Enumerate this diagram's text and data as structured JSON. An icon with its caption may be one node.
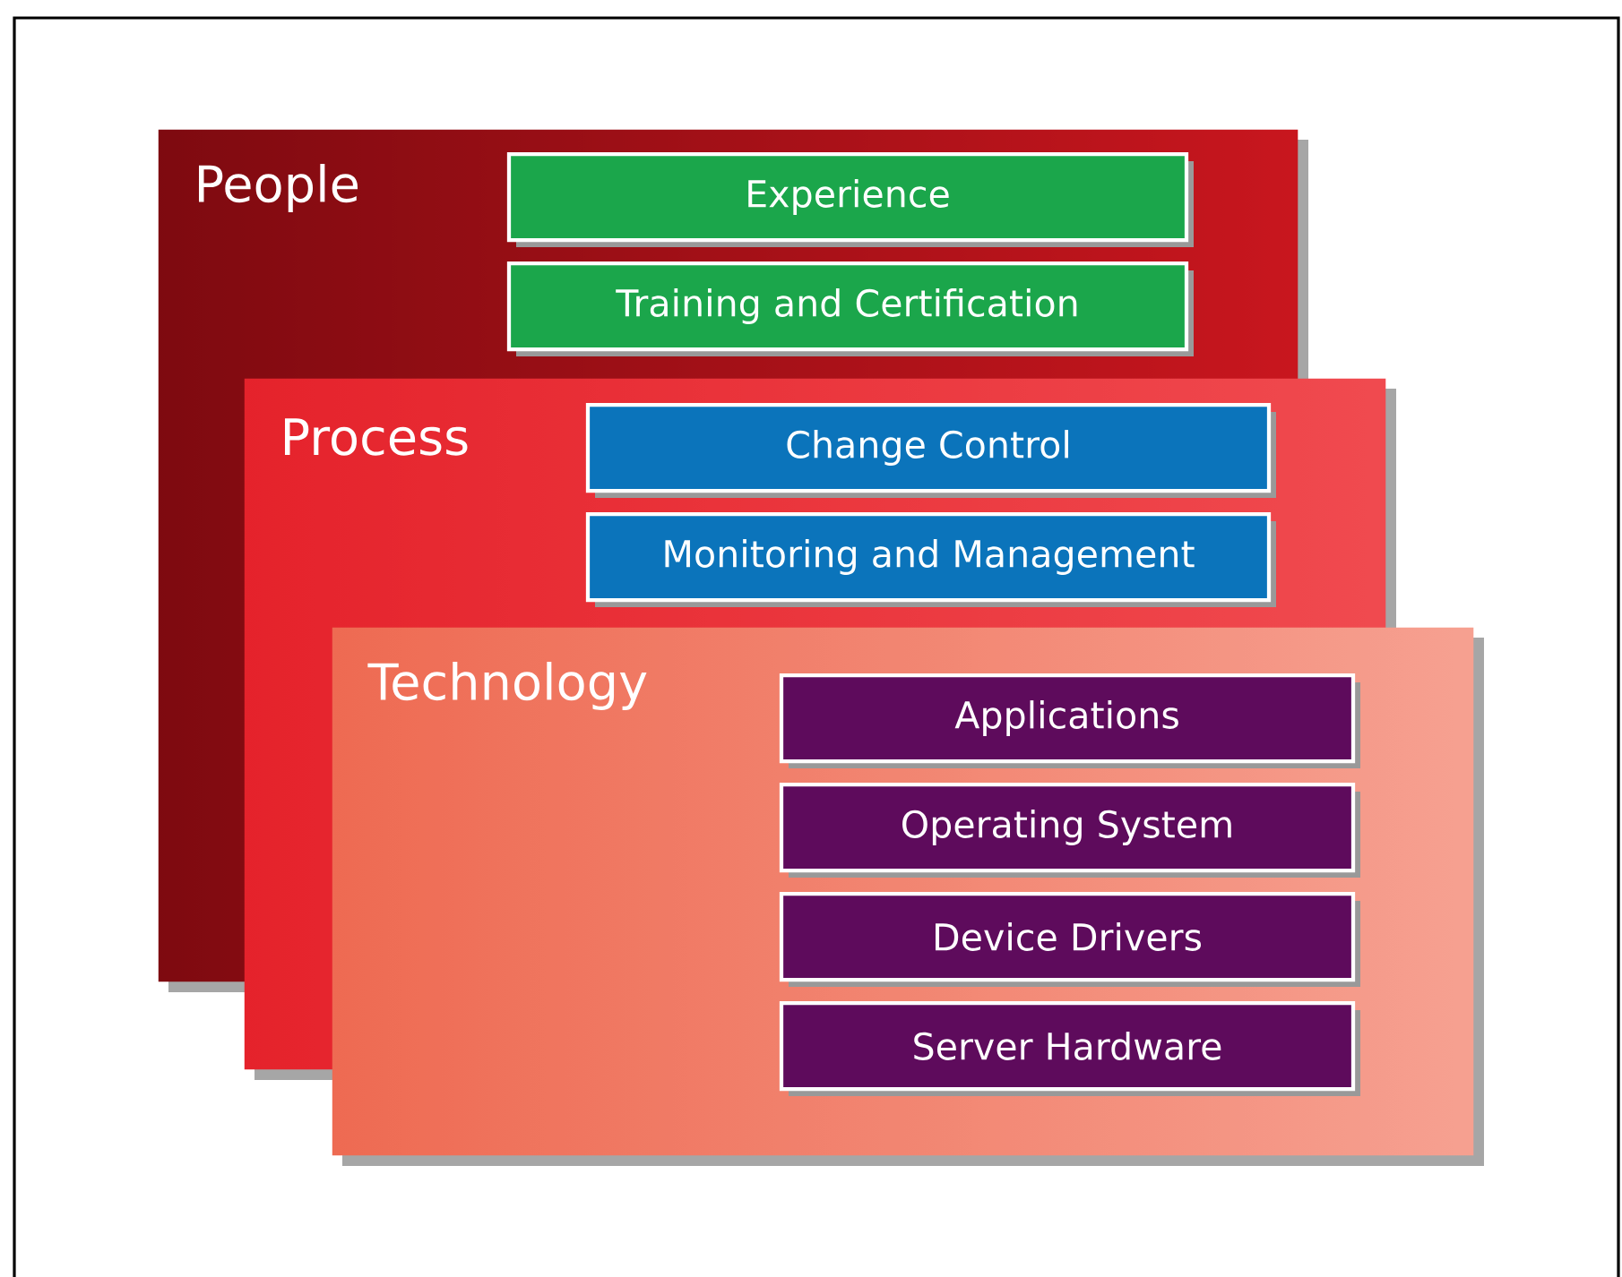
{
  "diagram": {
    "nodes": [
      {
        "text": [
          "People"
        ]
      },
      {
        "text": [
          "Experience"
        ],
        "in": 0
      },
      {
        "text": [
          "Training and Certification"
        ],
        "in": 0
      },
      {
        "text": [
          "Process"
        ]
      },
      {
        "text": [
          "Change Control"
        ],
        "in": 3
      },
      {
        "text": [
          "Monitoring and Management"
        ],
        "in": 3
      },
      {
        "text": [
          "Technology"
        ]
      },
      {
        "text": [
          "Applications"
        ]
      },
      {
        "text": [
          "Operating System"
        ]
      },
      {
        "text": [
          "Device Drivers"
        ]
      },
      {
        "text": [
          "Server Hardware"
        ],
        "in": 6
      }
    ]
  }
}
